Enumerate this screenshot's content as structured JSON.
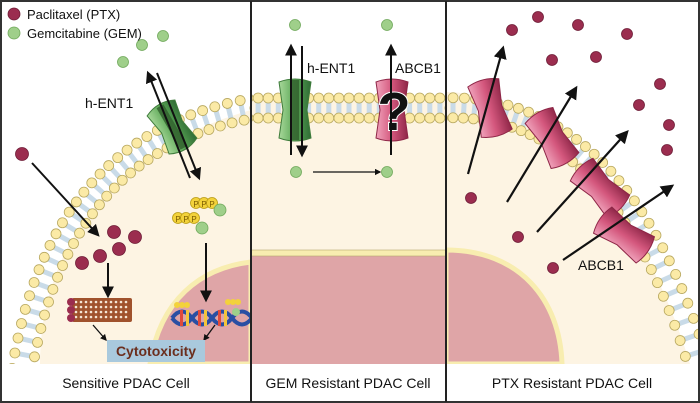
{
  "legend": {
    "items": [
      {
        "label": "Paclitaxel (PTX)",
        "color": "#9b2d4f",
        "icon": "paclitaxel-molecule"
      },
      {
        "label": "Gemcitabine (GEM)",
        "color": "#9fcf8a",
        "icon": "gemcitabine-molecule"
      }
    ]
  },
  "panels": [
    {
      "caption": "Sensitive PDAC Cell",
      "transporter_label": "h-ENT1",
      "phosphate_label": "P",
      "outcome_label": "Cytotoxicity"
    },
    {
      "caption": "GEM Resistant PDAC Cell",
      "transporter_labels": [
        "h-ENT1",
        "ABCB1"
      ],
      "unknown_mark": "?"
    },
    {
      "caption": "PTX Resistant PDAC Cell",
      "transporter_label": "ABCB1"
    }
  ],
  "colors": {
    "ptx": "#9b2d4f",
    "gem": "#9fcf8a",
    "cytoplasm": "#fdf4e3",
    "nucleus": "#dfa5a7",
    "nuclear_envelope": "#f8edb0",
    "lipid_head": "#fbeaa6",
    "lipid_tail": "#c9dbe8",
    "hent1": "#6fb56a",
    "abcb1": "#d4577d",
    "cytotoxicity_box": "#a9c9dd",
    "cytotoxicity_text": "#6b2e1d"
  }
}
